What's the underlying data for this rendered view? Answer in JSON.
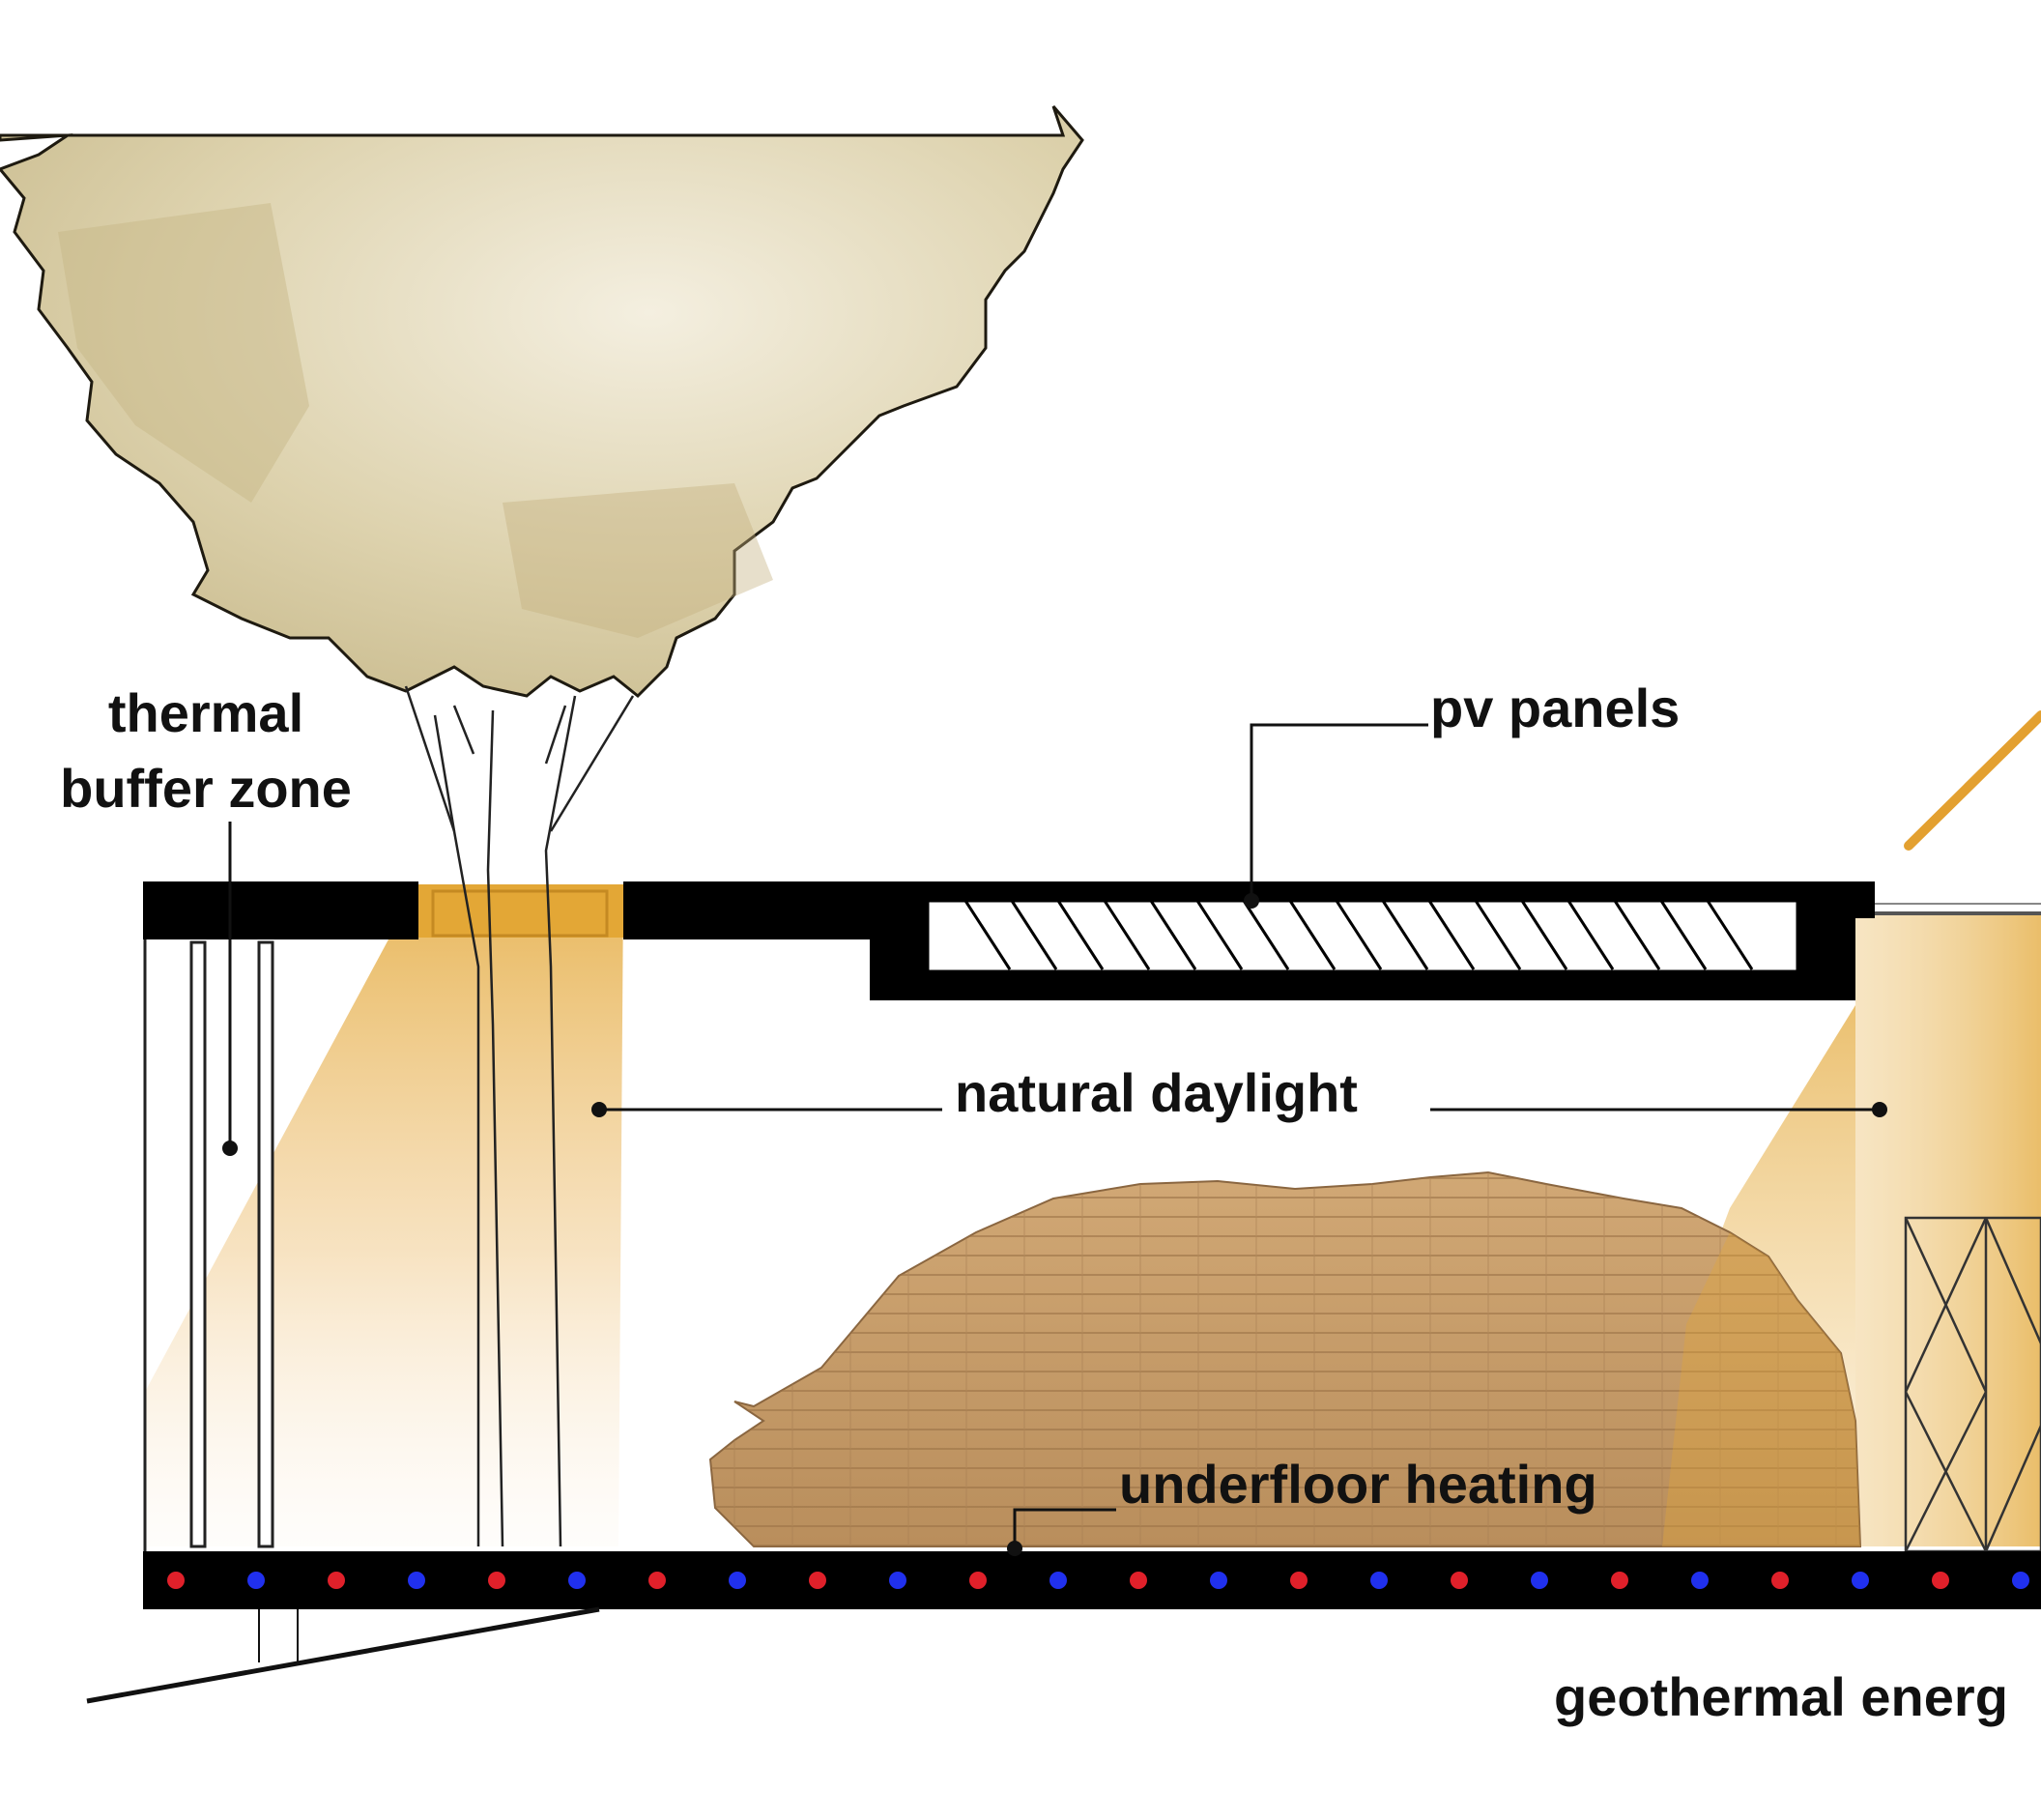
{
  "diagram": {
    "labels": {
      "thermal_buffer_line1": "thermal",
      "thermal_buffer_line2": "buffer zone",
      "pv_panels": "pv panels",
      "natural_daylight": "natural daylight",
      "underfloor_heating": "underfloor heating",
      "geothermal": "geothermal energ"
    },
    "colors": {
      "light_amber": "#e3a736",
      "tree_canopy": "#d9cfaa",
      "wood_floor": "#c59a66",
      "pipe_hot": "#e0202a",
      "pipe_cold": "#2030ee",
      "structure": "#000000"
    }
  }
}
